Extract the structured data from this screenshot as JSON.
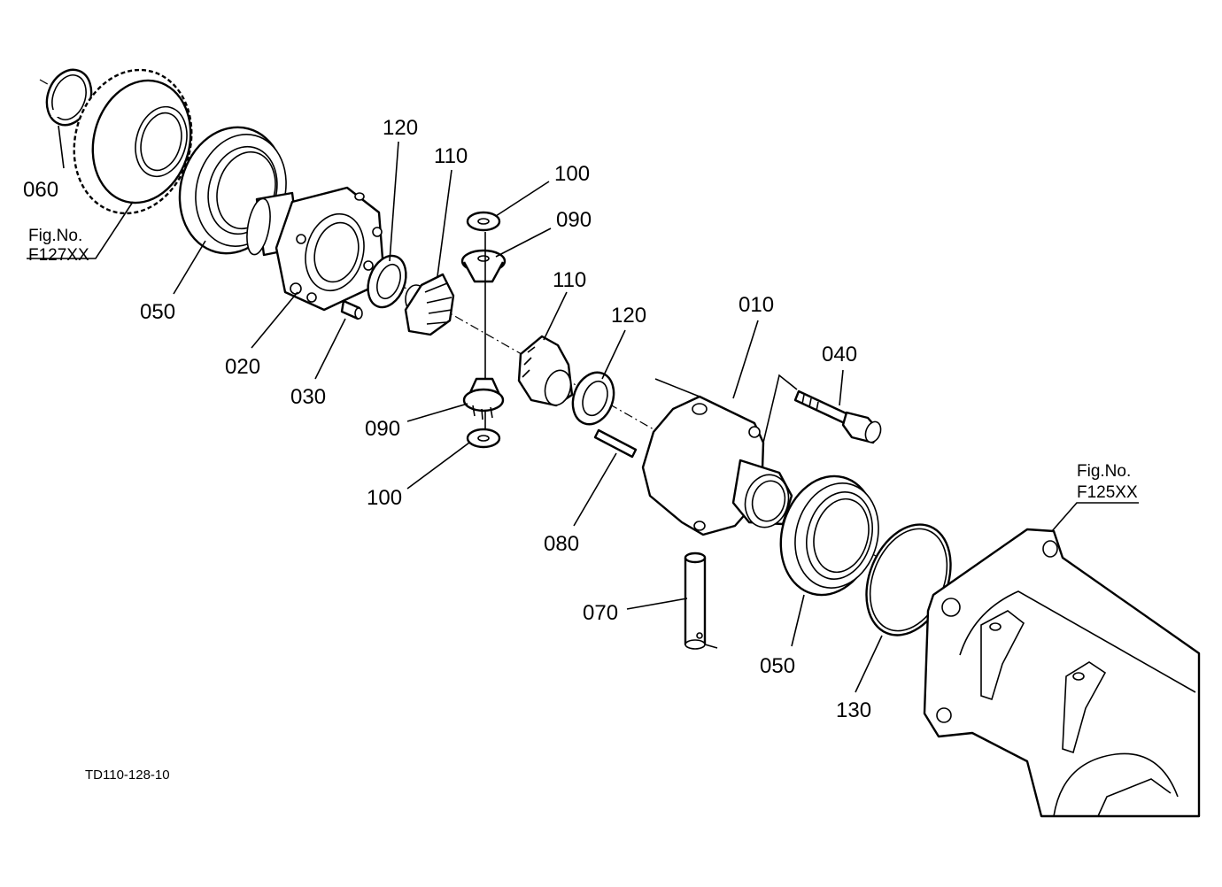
{
  "callouts": {
    "c060": "060",
    "c050_left": "050",
    "c020": "020",
    "c030": "030",
    "c120_top": "120",
    "c110_top": "110",
    "c100_top": "100",
    "c090_top": "090",
    "c110_mid": "110",
    "c120_mid": "120",
    "c010": "010",
    "c040": "040",
    "c090_bottom": "090",
    "c100_bottom": "100",
    "c080": "080",
    "c070": "070",
    "c050_right": "050",
    "c130": "130"
  },
  "references": {
    "left": {
      "line1": "Fig.No.",
      "line2": "F127XX"
    },
    "right": {
      "line1": "Fig.No.",
      "line2": "F125XX"
    }
  },
  "drawing_code": "TD110-128-10"
}
